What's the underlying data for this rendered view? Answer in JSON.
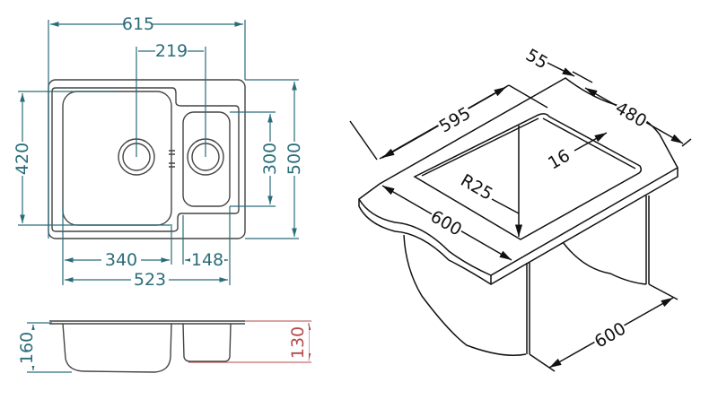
{
  "top_view": {
    "overall_width": "615",
    "drain_spacing": "219",
    "main_bowl_depth": "420",
    "overall_depth": "500",
    "small_bowl_depth": "300",
    "main_bowl_width": "340",
    "small_bowl_width": "148",
    "bowls_total_width": "523"
  },
  "side_view": {
    "main_bowl_height": "160",
    "small_bowl_height": "130"
  },
  "iso_view": {
    "cutout_width": "595",
    "rim_offset": "55",
    "cutout_depth": "480",
    "edge_gap": "16",
    "corner_radius": "R25",
    "countertop_depth": "600",
    "cabinet_width": "600"
  },
  "colors": {
    "dimension": "#2a6c7a",
    "dimension_alt": "#b5474a",
    "outline": "#111111"
  }
}
